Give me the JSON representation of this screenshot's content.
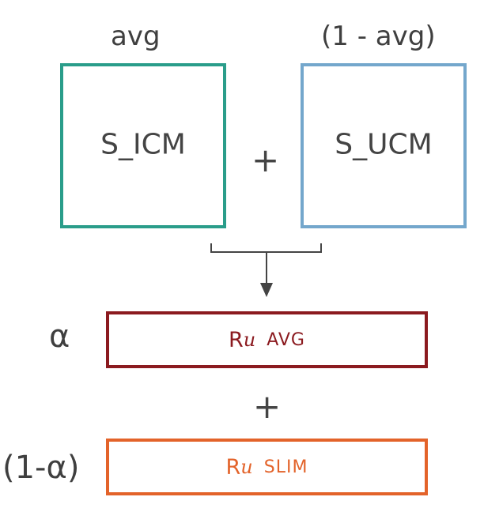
{
  "top_row": {
    "left": {
      "weight": "avg",
      "label": "S_ICM",
      "color": "#2a9d8a"
    },
    "operator": "+",
    "right": {
      "weight": "(1 - avg)",
      "label": "S_UCM",
      "color": "#74a7cc"
    }
  },
  "bottom": {
    "first": {
      "weight": "α",
      "base": "R",
      "sub": "u",
      "suffix": "AVG",
      "color": "#8b1a1f"
    },
    "operator": "+",
    "second": {
      "weight": "(1-α)",
      "base": "R",
      "sub": "u",
      "suffix": "SLIM",
      "color": "#e3632a"
    }
  },
  "arrow_color": "#444444"
}
